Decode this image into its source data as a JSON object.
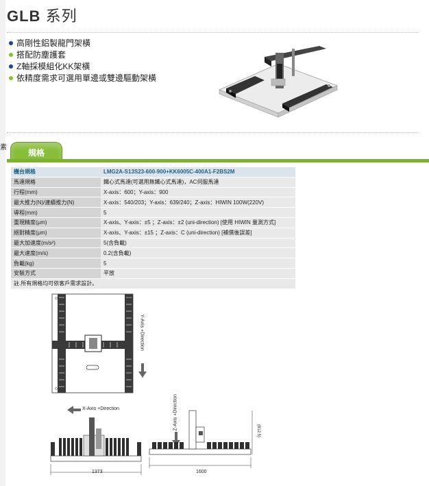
{
  "page": {
    "edge_glyph": "素",
    "title_model": "GLB",
    "title_suffix": "系列"
  },
  "features": [
    {
      "text": "高剛性鋁製龍門架橫",
      "color": "#2a3a8c"
    },
    {
      "text": "搭配防塵護套",
      "color": "#8cbf2e"
    },
    {
      "text": "Z軸採模組化KK架橫",
      "color": "#2a3a8c"
    },
    {
      "text": "依精度需求可選用單邊或雙邊驅動架橫",
      "color": "#8cbf2e"
    }
  ],
  "tab": {
    "label": "規格"
  },
  "specs": {
    "header": {
      "key": "機台規格",
      "value": "LMG2A-S13S23-600-900+KK6005C-400A1-F2BS2M"
    },
    "rows": [
      {
        "key": "馬達規格",
        "value": "鐵心式馬達(可選用無鐵心式馬達)，AC伺服馬達"
      },
      {
        "key": "行程(mm)",
        "value": "X-axis：600；Y-axis：900"
      },
      {
        "key": "最大推力(N)/連續推力(N)",
        "value": "X-axis：540/203；Y-axis：639/240；Z-axis：HIWIN 100W(220V)"
      },
      {
        "key": "導程(mm)",
        "value": "5"
      },
      {
        "key": "重現精度(μm)",
        "value": "X-axis、Y-axis：±5 ；Z-axis：±2 (uni-direction) [使用 HIWIN 量測方式]"
      },
      {
        "key": "絕對精度(μm)",
        "value": "X-axis、Y-axis：±15 ；Z-axis：C (uni-direction) [補償後誤差]"
      },
      {
        "key": "最大加速度(m/s²)",
        "value": "5(含負載)"
      },
      {
        "key": "最大速度(m/s)",
        "value": "0.2(含負載)"
      },
      {
        "key": "負載(kg)",
        "value": "5"
      },
      {
        "key": "安裝方式",
        "value": "平放"
      }
    ],
    "note": "註.所有規格均可依客戶需求設計。"
  },
  "drawings": {
    "y_direction_label": "Y-Axis +Direction",
    "x_direction_label": "X-Axis +Direction",
    "z_direction_label": "Z-Axis +Direction",
    "dim_front_width": "1373",
    "dim_side_width": "1600",
    "dim_side_height": "(812.5)"
  }
}
